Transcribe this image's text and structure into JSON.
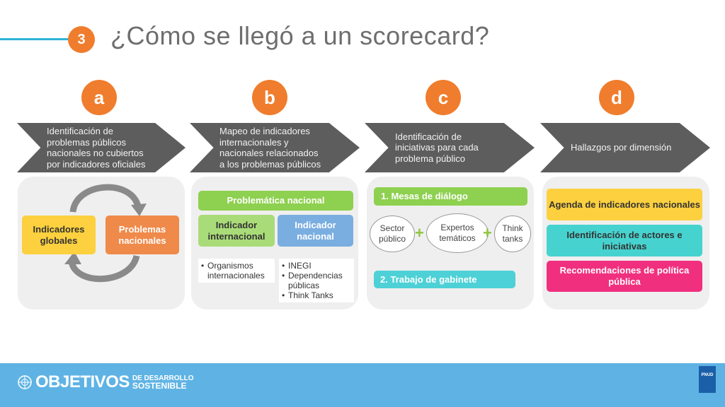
{
  "header": {
    "number": "3",
    "title": "¿Cómo se llegó a un scorecard?"
  },
  "steps": [
    {
      "letter": "a",
      "text": "Identificación de problemas públicos nacionales no cubiertos por indicadores oficiales"
    },
    {
      "letter": "b",
      "text": "Mapeo de indicadores internacionales y nacionales relacionados a los problemas públicos"
    },
    {
      "letter": "c",
      "text": "Identificación de iniciativas para cada problema público"
    },
    {
      "letter": "d",
      "text": "Hallazgos por dimensión"
    }
  ],
  "panel_a": {
    "left_box": "Indicadores globales",
    "right_box": "Problemas nacionales"
  },
  "panel_b": {
    "top": "Problemática nacional",
    "left_box": "Indicador internacional",
    "right_box": "Indicador nacional",
    "left_list": [
      "Organismos internacionales"
    ],
    "right_list": [
      "INEGI",
      "Dependencias públicas",
      "Think Tanks"
    ]
  },
  "panel_c": {
    "item1": "1.  Mesas de diálogo",
    "ellipses": [
      "Sector público",
      "Expertos temáticos",
      "Think tanks"
    ],
    "item2": "2. Trabajo de gabinete"
  },
  "panel_d": {
    "boxes": [
      "Agenda de indicadores nacionales",
      "Identificación de actores e iniciativas",
      "Recomendaciones de política pública"
    ]
  },
  "footer": {
    "brand": "OBJETIVOS",
    "sub1": "DE DESARROLLO",
    "sub2": "SOSTENIBLE",
    "undp": "PNUD"
  },
  "colors": {
    "orange": "#ef7d2d",
    "green": "#8ed04f",
    "blue": "#7aaee0",
    "cyan": "#4dd1d6",
    "yellow": "#fcd03e",
    "teal": "#46d3cf",
    "pink": "#f0307e",
    "chevron": "#5d5d5d"
  }
}
